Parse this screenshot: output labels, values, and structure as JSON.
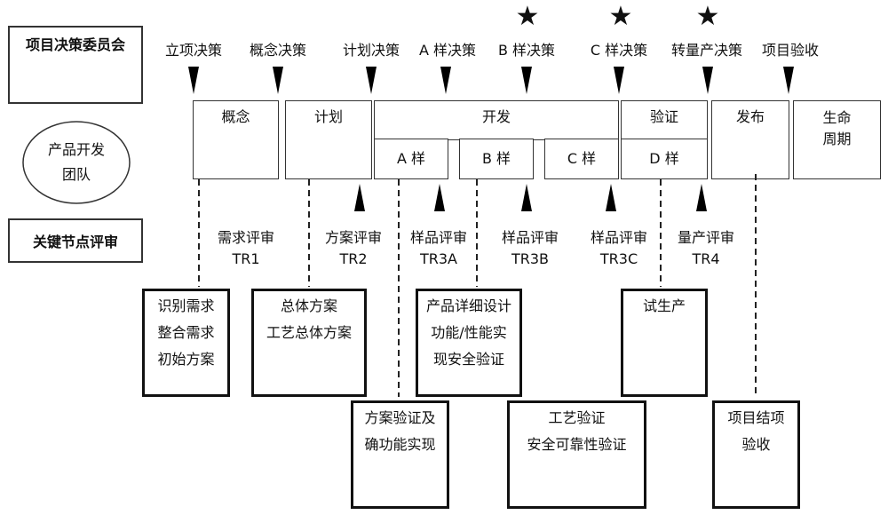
{
  "roles": {
    "committee": "项目决策委员会",
    "team_line1": "产品开发",
    "team_line2": "团队",
    "review": "关键节点评审"
  },
  "decisions": [
    {
      "label": "立项决策",
      "starred": false
    },
    {
      "label": "概念决策",
      "starred": false
    },
    {
      "label": "计划决策",
      "starred": false
    },
    {
      "label": "A 样决策",
      "starred": false
    },
    {
      "label": "B 样决策",
      "starred": true
    },
    {
      "label": "C 样决策",
      "starred": true
    },
    {
      "label": "转量产决策",
      "starred": true
    },
    {
      "label": "项目验收",
      "starred": false
    }
  ],
  "phases": {
    "concept": "概念",
    "plan": "计划",
    "develop": "开发",
    "sample_a": "A 样",
    "sample_b": "B 样",
    "sample_c": "C 样",
    "verify": "验证",
    "sample_d": "D 样",
    "release": "发布",
    "lifecycle_line1": "生命",
    "lifecycle_line2": "周期"
  },
  "reviews": [
    {
      "name": "需求评审",
      "code": "TR1"
    },
    {
      "name": "方案评审",
      "code": "TR2"
    },
    {
      "name": "样品评审",
      "code": "TR3A"
    },
    {
      "name": "样品评审",
      "code": "TR3B"
    },
    {
      "name": "样品评审",
      "code": "TR3C"
    },
    {
      "name": "量产评审",
      "code": "TR4"
    }
  ],
  "deliverables": {
    "requirements": [
      "识别需求",
      "整合需求",
      "初始方案"
    ],
    "overall_plan": [
      "总体方案",
      "工艺总体方案"
    ],
    "detailed_design": [
      "产品详细设计",
      "功能/性能实",
      "现安全验证"
    ],
    "plan_verification": [
      "方案验证及",
      "确功能实现"
    ],
    "process_verification": [
      "工艺验证",
      "安全可靠性验证"
    ],
    "trial_production": [
      "试生产"
    ],
    "project_closure": [
      "项目结项",
      "验收"
    ]
  }
}
